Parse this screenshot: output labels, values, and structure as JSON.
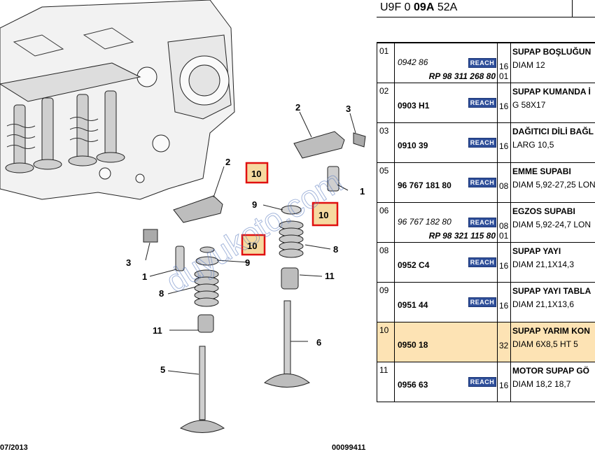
{
  "diagram": {
    "callouts": [
      "1",
      "1",
      "2",
      "2",
      "3",
      "3",
      "5",
      "6",
      "8",
      "8",
      "9",
      "9",
      "11",
      "11"
    ],
    "highlighted_callout": "10",
    "watermark": "duyukoto.com",
    "footer_left": "07/2013",
    "footer_right": "00099411"
  },
  "header": {
    "title_pre": "U9F 0 ",
    "title_bold": "09A",
    "title_post": " 52A"
  },
  "rows": [
    {
      "no": "01",
      "ref": "0942 86",
      "ref_style": "italic",
      "rp": "RP 98 311 268 80",
      "badge": "REACH",
      "qty": "16",
      "qty2": "01",
      "name": "SUPAP BOŞLUĞUN",
      "desc": "DIAM 12",
      "selected": false
    },
    {
      "no": "02",
      "ref": "0903 H1",
      "ref_style": "bold",
      "rp": "",
      "badge": "REACH",
      "qty": "16",
      "qty2": "",
      "name": "SUPAP KUMANDA İ",
      "desc": "G 58X17",
      "selected": false
    },
    {
      "no": "03",
      "ref": "0910 39",
      "ref_style": "bold",
      "rp": "",
      "badge": "REACH",
      "qty": "16",
      "qty2": "",
      "name": "DAĞITICI DİLİ BAĞL",
      "desc": "LARG 10,5",
      "selected": false
    },
    {
      "no": "05",
      "ref": "96 767 181 80",
      "ref_style": "bold",
      "rp": "",
      "badge": "REACH",
      "qty": "08",
      "qty2": "",
      "name": "EMME SUPABI",
      "desc": "DIAM 5,92-27,25 LON",
      "selected": false
    },
    {
      "no": "06",
      "ref": "96 767 182 80",
      "ref_style": "italic",
      "rp": "RP 98 321 115 80",
      "badge": "REACH",
      "qty": "08",
      "qty2": "01",
      "name": "EGZOS SUPABI",
      "desc": "DIAM 5,92-24,7 LON",
      "selected": false
    },
    {
      "no": "08",
      "ref": "0952 C4",
      "ref_style": "bold",
      "rp": "",
      "badge": "REACH",
      "qty": "16",
      "qty2": "",
      "name": "SUPAP YAYI",
      "desc": "DIAM 21,1X14,3",
      "selected": false
    },
    {
      "no": "09",
      "ref": "0951 44",
      "ref_style": "bold",
      "rp": "",
      "badge": "REACH",
      "qty": "16",
      "qty2": "",
      "name": "SUPAP YAYI TABLA",
      "desc": "DIAM 21,1X13,6",
      "selected": false
    },
    {
      "no": "10",
      "ref": "0950 18",
      "ref_style": "bold",
      "rp": "",
      "badge": "",
      "qty": "32",
      "qty2": "",
      "name": "SUPAP YARIM KON",
      "desc": "DIAM 6X8,5 HT 5",
      "selected": true
    },
    {
      "no": "11",
      "ref": "0956 63",
      "ref_style": "bold",
      "rp": "",
      "badge": "REACH",
      "qty": "16",
      "qty2": "",
      "name": "MOTOR SUPAP GÖ",
      "desc": "DIAM 18,2 18,7",
      "selected": false
    }
  ],
  "colors": {
    "reach_badge": "#2f4f9a",
    "selected_row": "#fde3b4",
    "highlight_box": "#e01010"
  }
}
